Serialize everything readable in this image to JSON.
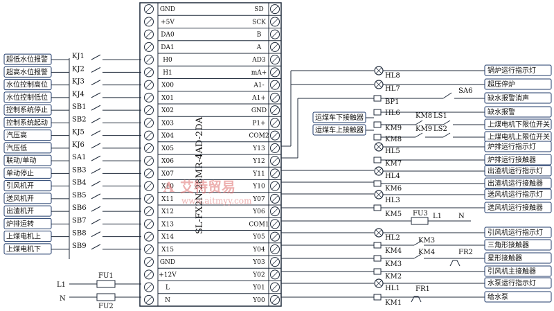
{
  "diagram": {
    "plc_model": "SL-FX2N-28MR-4AD-2DA",
    "left_pins": [
      "GND",
      "+5V",
      "DA0",
      "DA1",
      "H0",
      "H1",
      "X00",
      "X01",
      "X02",
      "X03",
      "X04",
      "X05",
      "X06",
      "X07",
      "X10",
      "X11",
      "X12",
      "X13",
      "X14",
      "X15",
      "GND",
      "+12V",
      "L",
      "N"
    ],
    "right_pins": [
      "SD",
      "SCK",
      "B",
      "A",
      "AD3",
      "mA+",
      "A1-",
      "A1+",
      "GND",
      "P1+",
      "COM2",
      "Y13",
      "Y12",
      "Y11",
      "Y10",
      "Y07",
      "Y06",
      "COM1",
      "Y05",
      "Y04",
      "Y03",
      "Y02",
      "Y01",
      "Y00"
    ],
    "inputs": [
      {
        "tag": "KJ1",
        "label": "超低水位报警"
      },
      {
        "tag": "KJ2",
        "label": "超高水位报警"
      },
      {
        "tag": "KJ3",
        "label": "水位控制高位"
      },
      {
        "tag": "KJ4",
        "label": "水位控制低位"
      },
      {
        "tag": "SB1",
        "label": "控制系统停止"
      },
      {
        "tag": "SB2",
        "label": "控制系统起动"
      },
      {
        "tag": "KJ5",
        "label": "汽压高"
      },
      {
        "tag": "KJ6",
        "label": "汽压低"
      },
      {
        "tag": "SA1",
        "label": "联动/单动"
      },
      {
        "tag": "SB3",
        "label": "单动停止"
      },
      {
        "tag": "SB4",
        "label": "引风机开"
      },
      {
        "tag": "SB5",
        "label": "送风机开"
      },
      {
        "tag": "SB6",
        "label": "出渣机开"
      },
      {
        "tag": "SB7",
        "label": "炉排运转"
      },
      {
        "tag": "SB8",
        "label": "上煤电机上"
      },
      {
        "tag": "SB9",
        "label": "上煤电机下"
      }
    ],
    "power": {
      "l1": "L1",
      "n": "N",
      "fu1": "FU1",
      "fu2": "FU2"
    },
    "outputs_right": [
      "锅炉运行指示灯",
      "超压停炉",
      "缺水报警消声",
      "缺水报警",
      "上煤电机下限位开关",
      "上煤电机上限位开关",
      "炉排运行指示灯",
      "炉排运行接触器",
      "出渣机运行指示灯",
      "出渣机运行接触器",
      "送风机运行指示灯",
      "送风机运行接触器",
      "引风机运行指示灯",
      "三角形接触器",
      "星形接触器",
      "引风机主接触器",
      "水泵运行指示灯",
      "给水泵"
    ],
    "outputs_left": [
      "运煤车下接触器",
      "运煤车上接触器"
    ],
    "device_tags": {
      "hl8": "HL8",
      "hl7": "HL7",
      "sa6": "SA6",
      "bp1": "BP1",
      "hl6": "HL6",
      "km8": "KM8",
      "ls1": "LS1",
      "km9": "KM9",
      "ls2": "LS2",
      "km8b": "KM8",
      "hl5": "HL5",
      "km7": "KM7",
      "hl4": "HL4",
      "km6": "KM6",
      "hl3": "HL3",
      "km5": "KM5",
      "fu3": "FU3",
      "l1": "L1",
      "n": "N",
      "hl2": "HL2",
      "km3": "KM3",
      "km4": "KM4",
      "km4b": "KM4",
      "fr2": "FR2",
      "km3b": "KM3",
      "km2": "KM2",
      "hl1": "HL1",
      "fr1": "FR1",
      "km1": "KM1"
    }
  },
  "watermark": {
    "main": "艾特贸易",
    "url": "www.aitmyy.com"
  }
}
